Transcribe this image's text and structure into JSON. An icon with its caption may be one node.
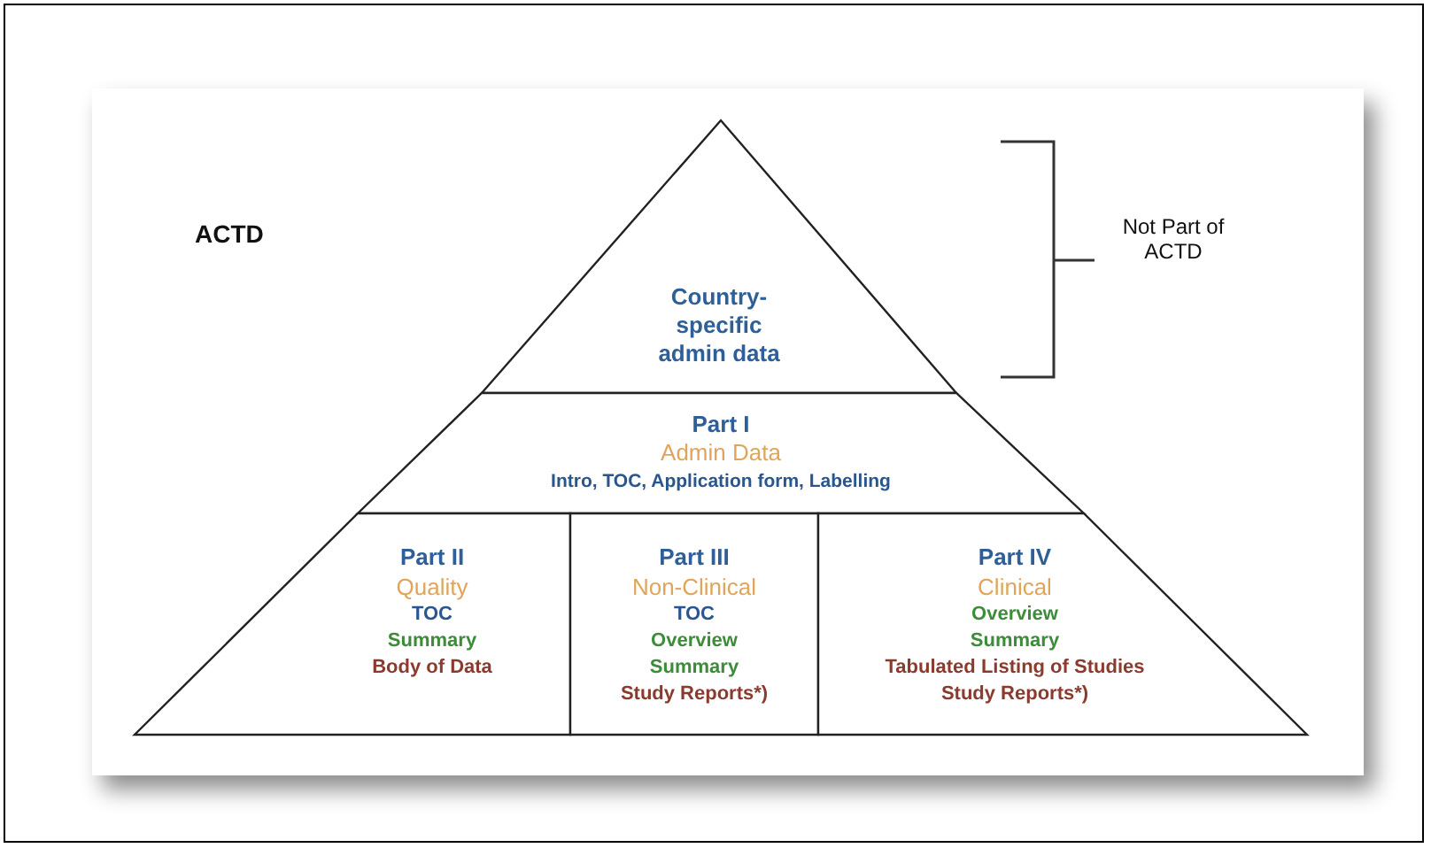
{
  "diagram": {
    "nodes": [
      {
        "text": [
          "Country-specific admin data"
        ]
      },
      {
        "text": [
          "Part I",
          "Admin Data",
          "Intro, TOC, Application form, Labelling"
        ]
      },
      {
        "text": [
          "Part II",
          "Quality",
          "TOC",
          "Summary",
          "Body of Data"
        ]
      },
      {
        "text": [
          "Part III",
          "Non-Clinical",
          "TOC",
          "Overview",
          "Summary",
          "Study Reports*)"
        ]
      },
      {
        "text": [
          "Part IV",
          "Clinical",
          "Overview",
          "Summary",
          "Tabulated Listing of Studies",
          "Study Reports*)"
        ]
      }
    ],
    "edges": [],
    "labels": [
      "ACTD",
      "Not Part of ACTD"
    ]
  }
}
